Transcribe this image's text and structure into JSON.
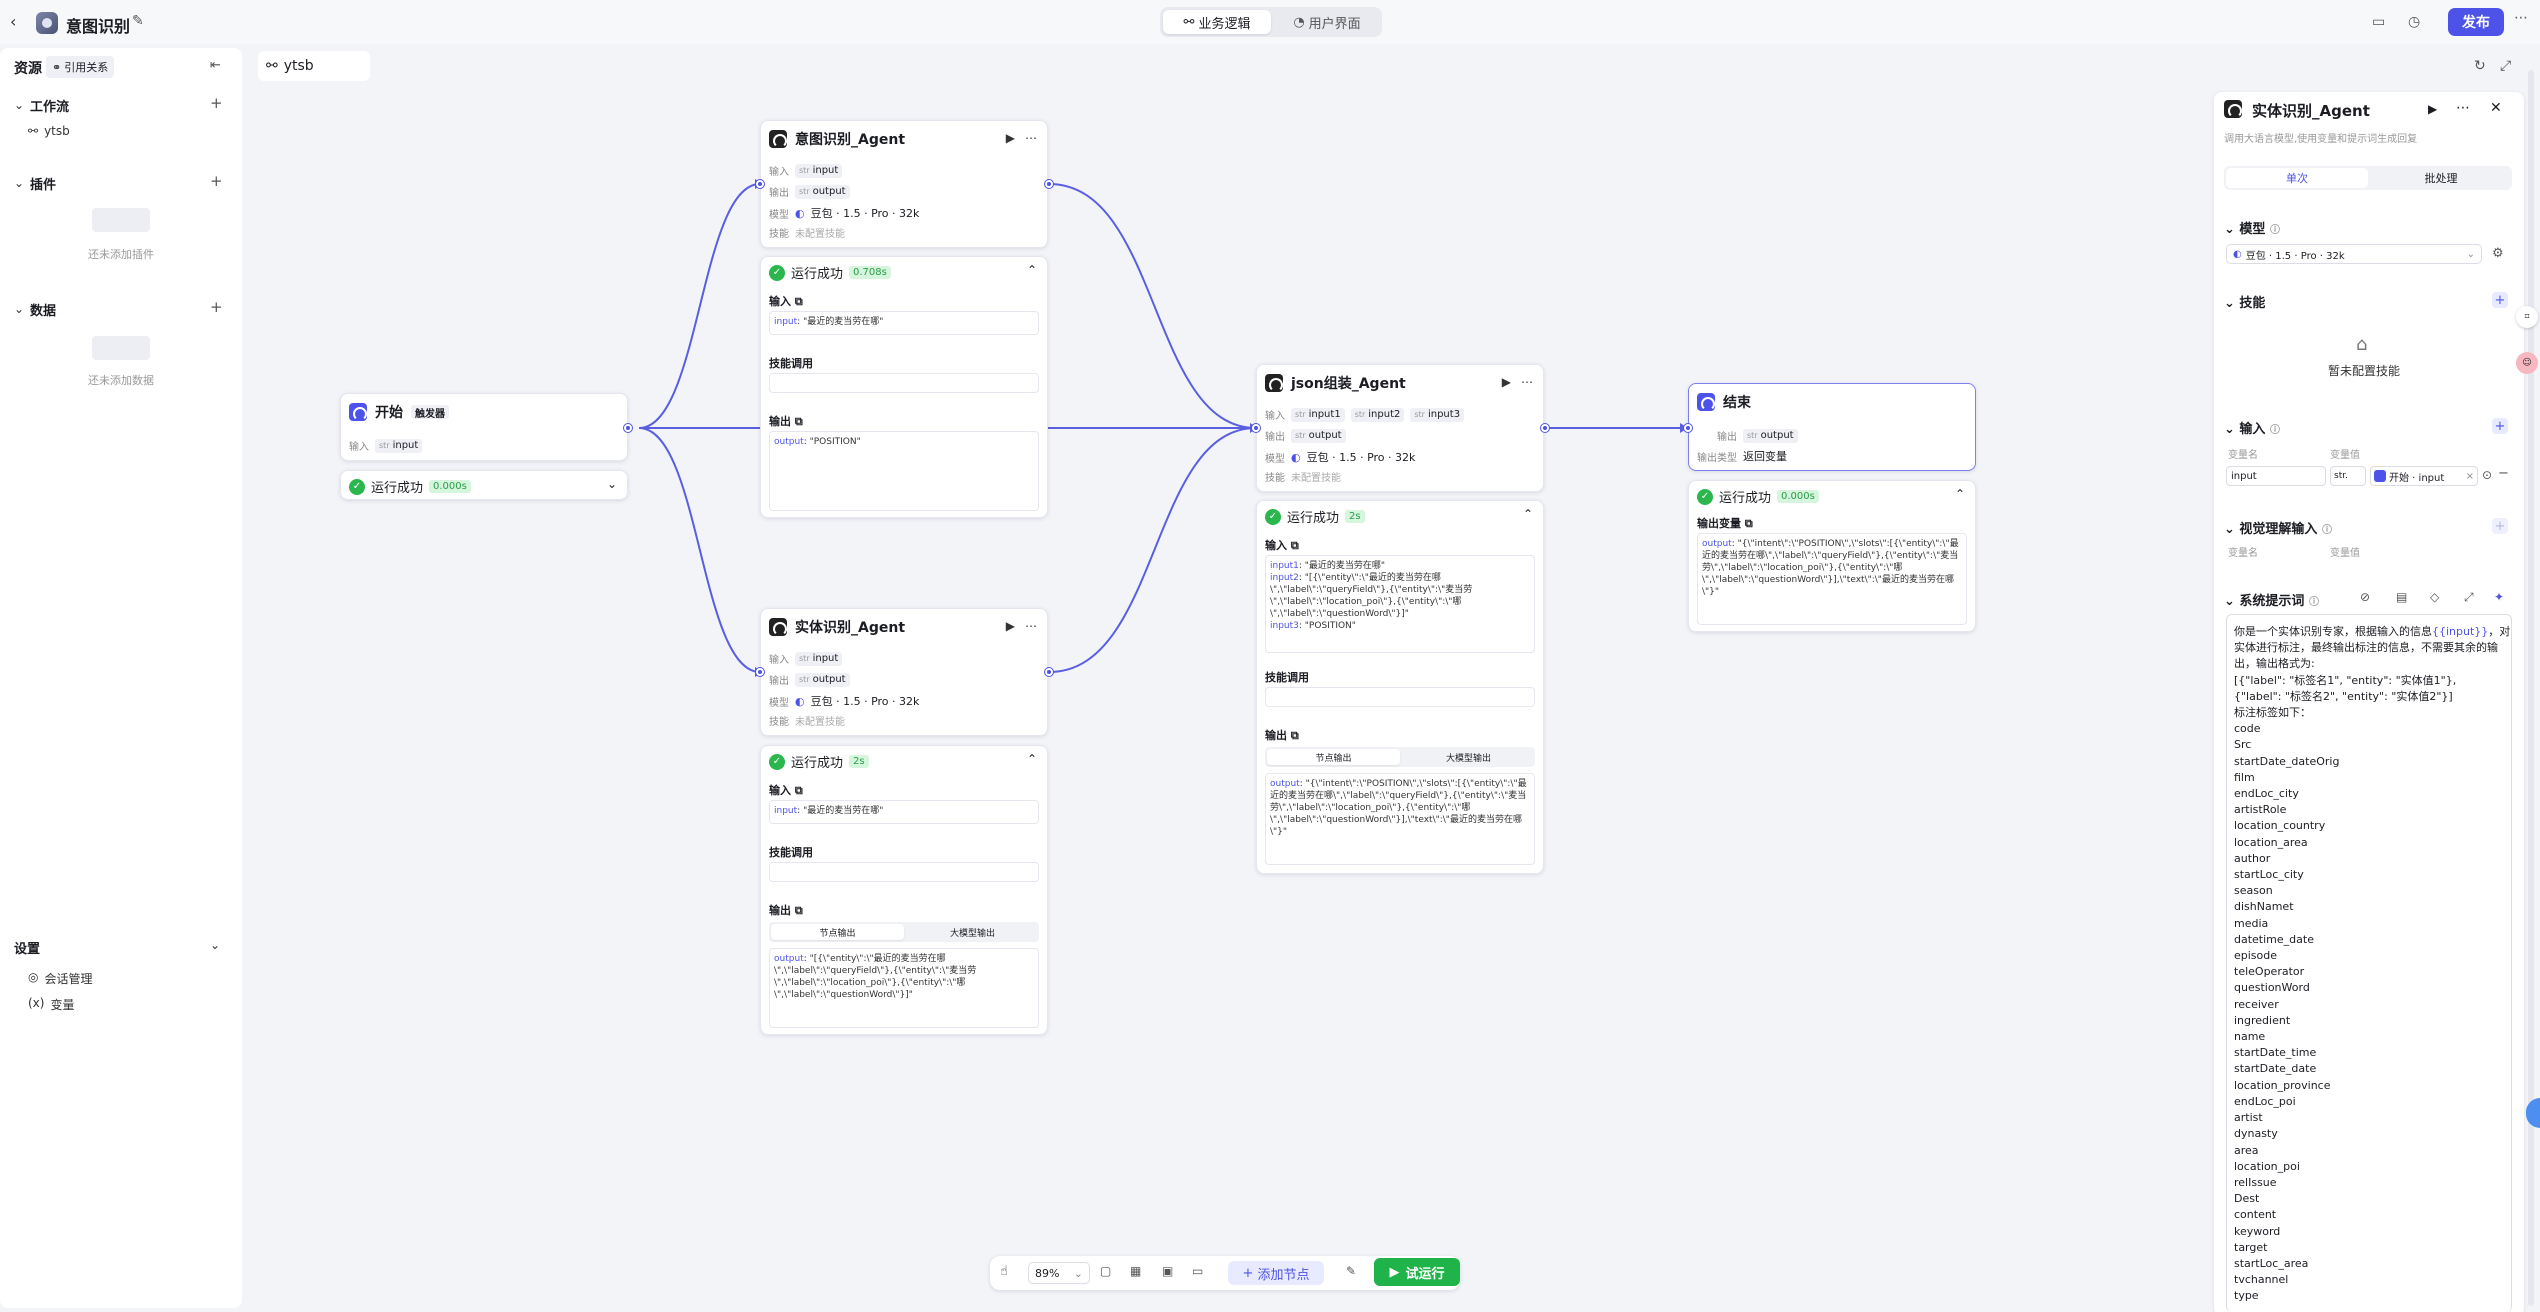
{
  "app": {
    "title": "意图识别",
    "tabs": [
      {
        "label": "业务逻辑",
        "active": true
      },
      {
        "label": "用户界面",
        "active": false
      }
    ],
    "publish": "发布"
  },
  "left": {
    "title": "资源",
    "ref": "引用关系",
    "workflow": {
      "title": "工作流",
      "items": [
        "ytsb"
      ]
    },
    "plugins": {
      "title": "插件",
      "empty": "还未添加插件"
    },
    "data": {
      "title": "数据",
      "empty": "还未添加数据"
    },
    "settings": {
      "title": "设置",
      "items": [
        "会话管理",
        "变量"
      ]
    }
  },
  "canvas": {
    "tab": "ytsb"
  },
  "labels": {
    "input": "输入",
    "output": "输出",
    "model": "模型",
    "skill": "技能",
    "no_skill": "未配置技能",
    "output_type": "输出类型",
    "skill_call": "技能调用",
    "node_output": "节点输出",
    "llm_output": "大模型输出",
    "run_success": "运行成功",
    "output_var": "输出变量",
    "return_var": "返回变量"
  },
  "model_name": "豆包 · 1.5 · Pro · 32k",
  "start": {
    "title": "开始",
    "badge": "触发器",
    "input": "input",
    "run": {
      "time": "0.000s"
    }
  },
  "intent": {
    "title": "意图识别_Agent",
    "input": "input",
    "output": "output",
    "run": {
      "time": "0.708s",
      "in_key": "input",
      "in_val": "\"最近的麦当劳在哪\"",
      "out_key": "output",
      "out_val": "\"POSITION\""
    }
  },
  "entity": {
    "title": "实体识别_Agent",
    "input": "input",
    "output": "output",
    "run": {
      "time": "2s",
      "in_key": "input",
      "in_val": "\"最近的麦当劳在哪\"",
      "out_key": "output",
      "out_val": "\"[{\\\"entity\\\":\\\"最近的麦当劳在哪\\\",\\\"label\\\":\\\"queryField\\\"},{\\\"entity\\\":\\\"麦当劳\\\",\\\"label\\\":\\\"location_poi\\\"},{\\\"entity\\\":\\\"哪\\\",\\\"label\\\":\\\"questionWord\\\"}]\""
    }
  },
  "json": {
    "title": "json组装_Agent",
    "inputs": [
      "input1",
      "input2",
      "input3"
    ],
    "output": "output",
    "run": {
      "time": "2s",
      "in1_key": "input1",
      "in1_val": "\"最近的麦当劳在哪\"",
      "in2_key": "input2",
      "in2_val": "\"[{\\\"entity\\\":\\\"最近的麦当劳在哪\\\",\\\"label\\\":\\\"queryField\\\"},{\\\"entity\\\":\\\"麦当劳\\\",\\\"label\\\":\\\"location_poi\\\"},{\\\"entity\\\":\\\"哪\\\",\\\"label\\\":\\\"questionWord\\\"}]\"",
      "in3_key": "input3",
      "in3_val": "\"POSITION\"",
      "out_key": "output",
      "out_val": "\"{\\\"intent\\\":\\\"POSITION\\\",\\\"slots\\\":[{\\\"entity\\\":\\\"最近的麦当劳在哪\\\",\\\"label\\\":\\\"queryField\\\"},{\\\"entity\\\":\\\"麦当劳\\\",\\\"label\\\":\\\"location_poi\\\"},{\\\"entity\\\":\\\"哪\\\",\\\"label\\\":\\\"questionWord\\\"}],\\\"text\\\":\\\"最近的麦当劳在哪\\\"}\""
    }
  },
  "end": {
    "title": "结束",
    "output": "output",
    "run": {
      "time": "0.000s",
      "out_key": "output",
      "out_val": "\"{\\\"intent\\\":\\\"POSITION\\\",\\\"slots\\\":[{\\\"entity\\\":\\\"最近的麦当劳在哪\\\",\\\"label\\\":\\\"queryField\\\"},{\\\"entity\\\":\\\"麦当劳\\\",\\\"label\\\":\\\"location_poi\\\"},{\\\"entity\\\":\\\"哪\\\",\\\"label\\\":\\\"questionWord\\\"}],\\\"text\\\":\\\"最近的麦当劳在哪\\\"}\""
    }
  },
  "panel": {
    "title": "实体识别_Agent",
    "desc": "调用大语言模型,使用变量和提示词生成回复",
    "tabs": [
      "单次",
      "批处理"
    ],
    "model_title": "模型",
    "skill_title": "技能",
    "no_skill": "暂未配置技能",
    "input_title": "输入",
    "var_name": "变量名",
    "var_value": "变量值",
    "input_name": "input",
    "input_type": "str.",
    "input_ref": "开始 · input",
    "vision_title": "视觉理解输入",
    "prompt_title": "系统提示词",
    "prompt_pre": "你是一个实体识别专家，根据输入的信息",
    "prompt_var": "{{input}}",
    "prompt_post": "，对实体进行标注，最终输出标注的信息，不需要其余的输出，输出格式为:\n[{\"label\": \"标签名1\", \"entity\": \"实体值1\"},\n{\"label\": \"标签名2\", \"entity\": \"实体值2\"}]\n标注标签如下：\ncode\nSrc\nstartDate_dateOrig\nfilm\nendLoc_city\nartistRole\nlocation_country\nlocation_area\nauthor\nstartLoc_city\nseason\ndishNamet\nmedia\ndatetime_date\nepisode\nteleOperator\nquestionWord\nreceiver\ningredient\nname\nstartDate_time\nstartDate_date\nlocation_province\nendLoc_poi\nartist\ndynasty\narea\nlocation_poi\nrelIssue\nDest\ncontent\nkeyword\ntarget\nstartLoc_area\ntvchannel\ntype"
  },
  "bottom": {
    "zoom": "89%",
    "add_node": "添加节点",
    "try_run": "试运行"
  },
  "colors": {
    "accent": "#4d53e8",
    "success": "#20b34a"
  }
}
